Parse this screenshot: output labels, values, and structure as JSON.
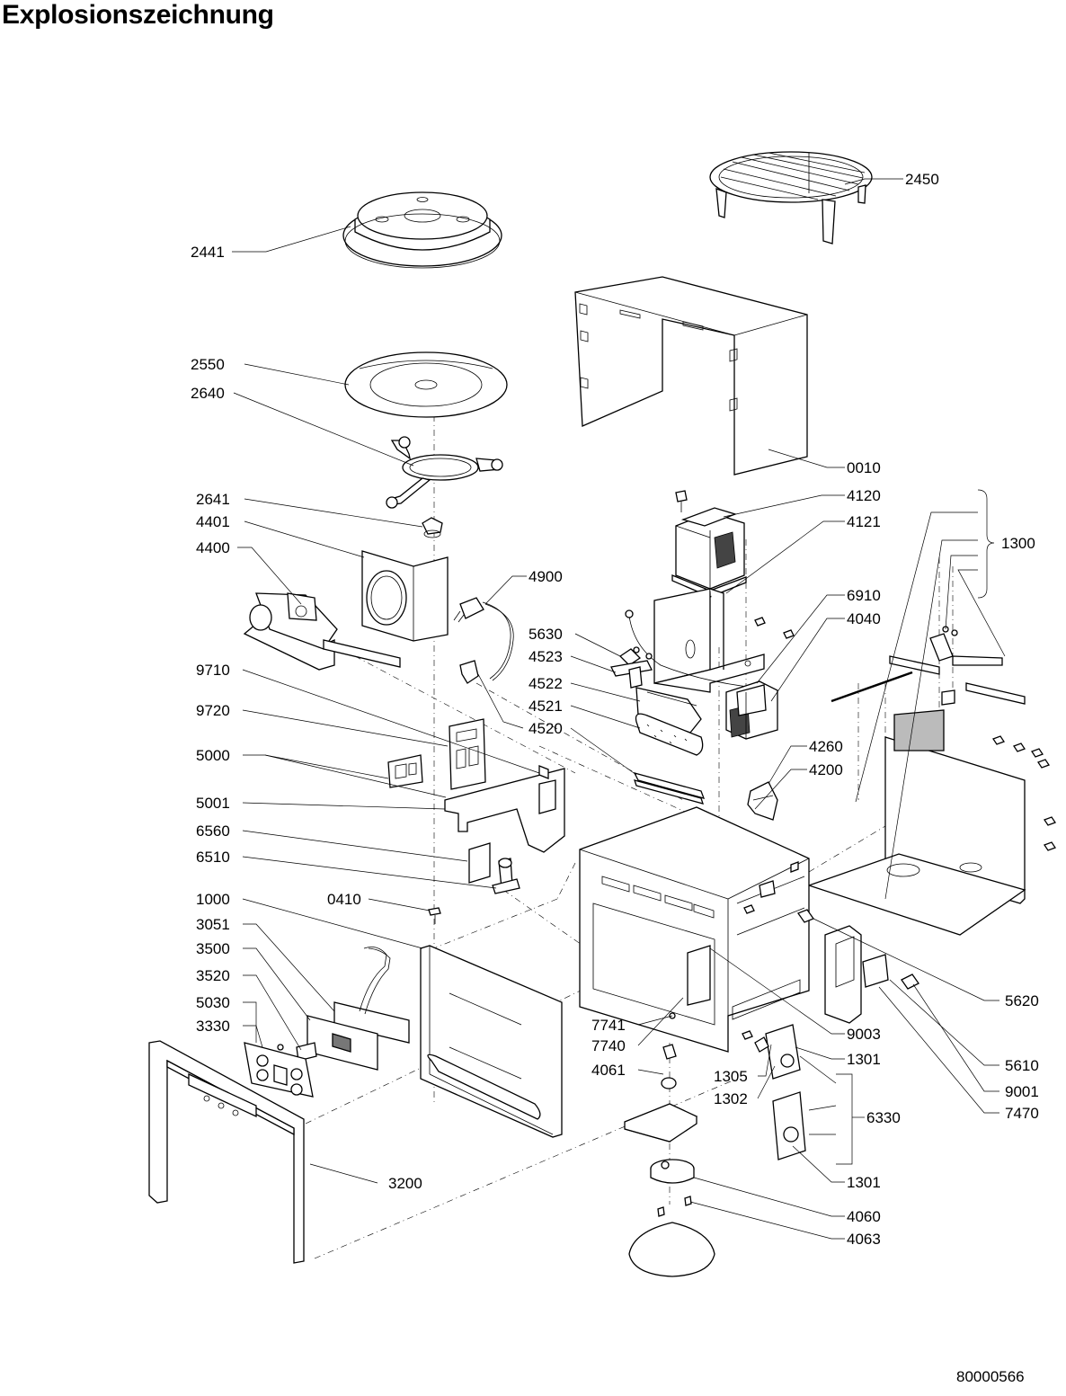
{
  "title": "Explosionszeichnung",
  "document_number": "80000566",
  "callouts": [
    {
      "id": "c2450",
      "label": "2450"
    },
    {
      "id": "c2441",
      "label": "2441"
    },
    {
      "id": "c2550",
      "label": "2550"
    },
    {
      "id": "c2640",
      "label": "2640"
    },
    {
      "id": "c0010",
      "label": "0010"
    },
    {
      "id": "c2641",
      "label": "2641"
    },
    {
      "id": "c4120",
      "label": "4120"
    },
    {
      "id": "c4401",
      "label": "4401"
    },
    {
      "id": "c4121",
      "label": "4121"
    },
    {
      "id": "c1300",
      "label": "1300"
    },
    {
      "id": "c4400",
      "label": "4400"
    },
    {
      "id": "c4900",
      "label": "4900"
    },
    {
      "id": "c6910",
      "label": "6910"
    },
    {
      "id": "c4040",
      "label": "4040"
    },
    {
      "id": "c5630",
      "label": "5630"
    },
    {
      "id": "c4523",
      "label": "4523"
    },
    {
      "id": "c9710",
      "label": "9710"
    },
    {
      "id": "c4522",
      "label": "4522"
    },
    {
      "id": "c4521",
      "label": "4521"
    },
    {
      "id": "c4520",
      "label": "4520"
    },
    {
      "id": "c9720",
      "label": "9720"
    },
    {
      "id": "c4260",
      "label": "4260"
    },
    {
      "id": "c4200",
      "label": "4200"
    },
    {
      "id": "c5000",
      "label": "5000"
    },
    {
      "id": "c5001",
      "label": "5001"
    },
    {
      "id": "c6560",
      "label": "6560"
    },
    {
      "id": "c6510",
      "label": "6510"
    },
    {
      "id": "c1000",
      "label": "1000"
    },
    {
      "id": "c0410",
      "label": "0410"
    },
    {
      "id": "c3051",
      "label": "3051"
    },
    {
      "id": "c3500",
      "label": "3500"
    },
    {
      "id": "c3520",
      "label": "3520"
    },
    {
      "id": "c5620",
      "label": "5620"
    },
    {
      "id": "c5030",
      "label": "5030"
    },
    {
      "id": "c7741",
      "label": "7741"
    },
    {
      "id": "c9003",
      "label": "9003"
    },
    {
      "id": "c3330",
      "label": "3330"
    },
    {
      "id": "c7740",
      "label": "7740"
    },
    {
      "id": "c1301a",
      "label": "1301"
    },
    {
      "id": "c5610",
      "label": "5610"
    },
    {
      "id": "c4061",
      "label": "4061"
    },
    {
      "id": "c1305",
      "label": "1305"
    },
    {
      "id": "c9001",
      "label": "9001"
    },
    {
      "id": "c1302",
      "label": "1302"
    },
    {
      "id": "c7470",
      "label": "7470"
    },
    {
      "id": "c6330",
      "label": "6330"
    },
    {
      "id": "c3200",
      "label": "3200"
    },
    {
      "id": "c1301b",
      "label": "1301"
    },
    {
      "id": "c4060",
      "label": "4060"
    },
    {
      "id": "c4063",
      "label": "4063"
    }
  ]
}
